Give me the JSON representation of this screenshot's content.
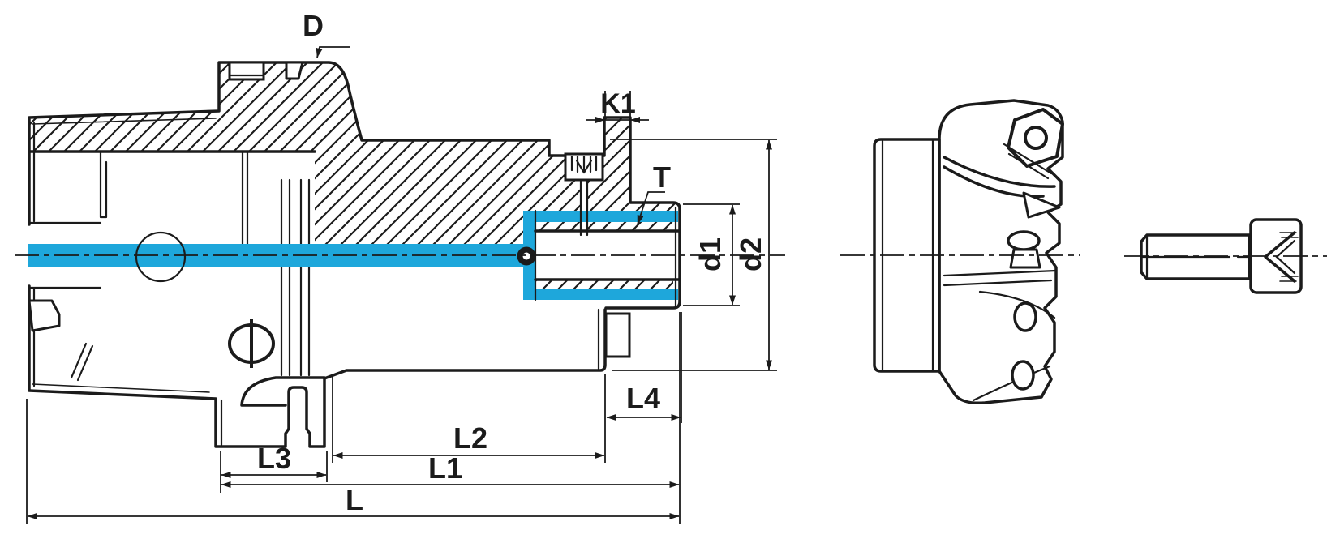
{
  "drawing": {
    "background": "#ffffff",
    "line_color": "#1b1b1b",
    "coolant_color": "#1ea7db",
    "type": "technical-section-drawing",
    "views": {
      "main": "shell-mill-arbor-section",
      "right_1": "face-mill-cutter-side-view",
      "right_2": "clamping-screw-side-view"
    },
    "labels": {
      "flange_diameter": "D",
      "keyway_width": "K1",
      "thread": "T",
      "pilot_diameter": "d1",
      "body_diameter": "d2",
      "pilot_length": "L4",
      "cylinder_length": "L2",
      "projection_length": "L1",
      "flange_length": "L3",
      "total_length": "L"
    },
    "symbols": {
      "balance_hole": "Φ"
    }
  }
}
